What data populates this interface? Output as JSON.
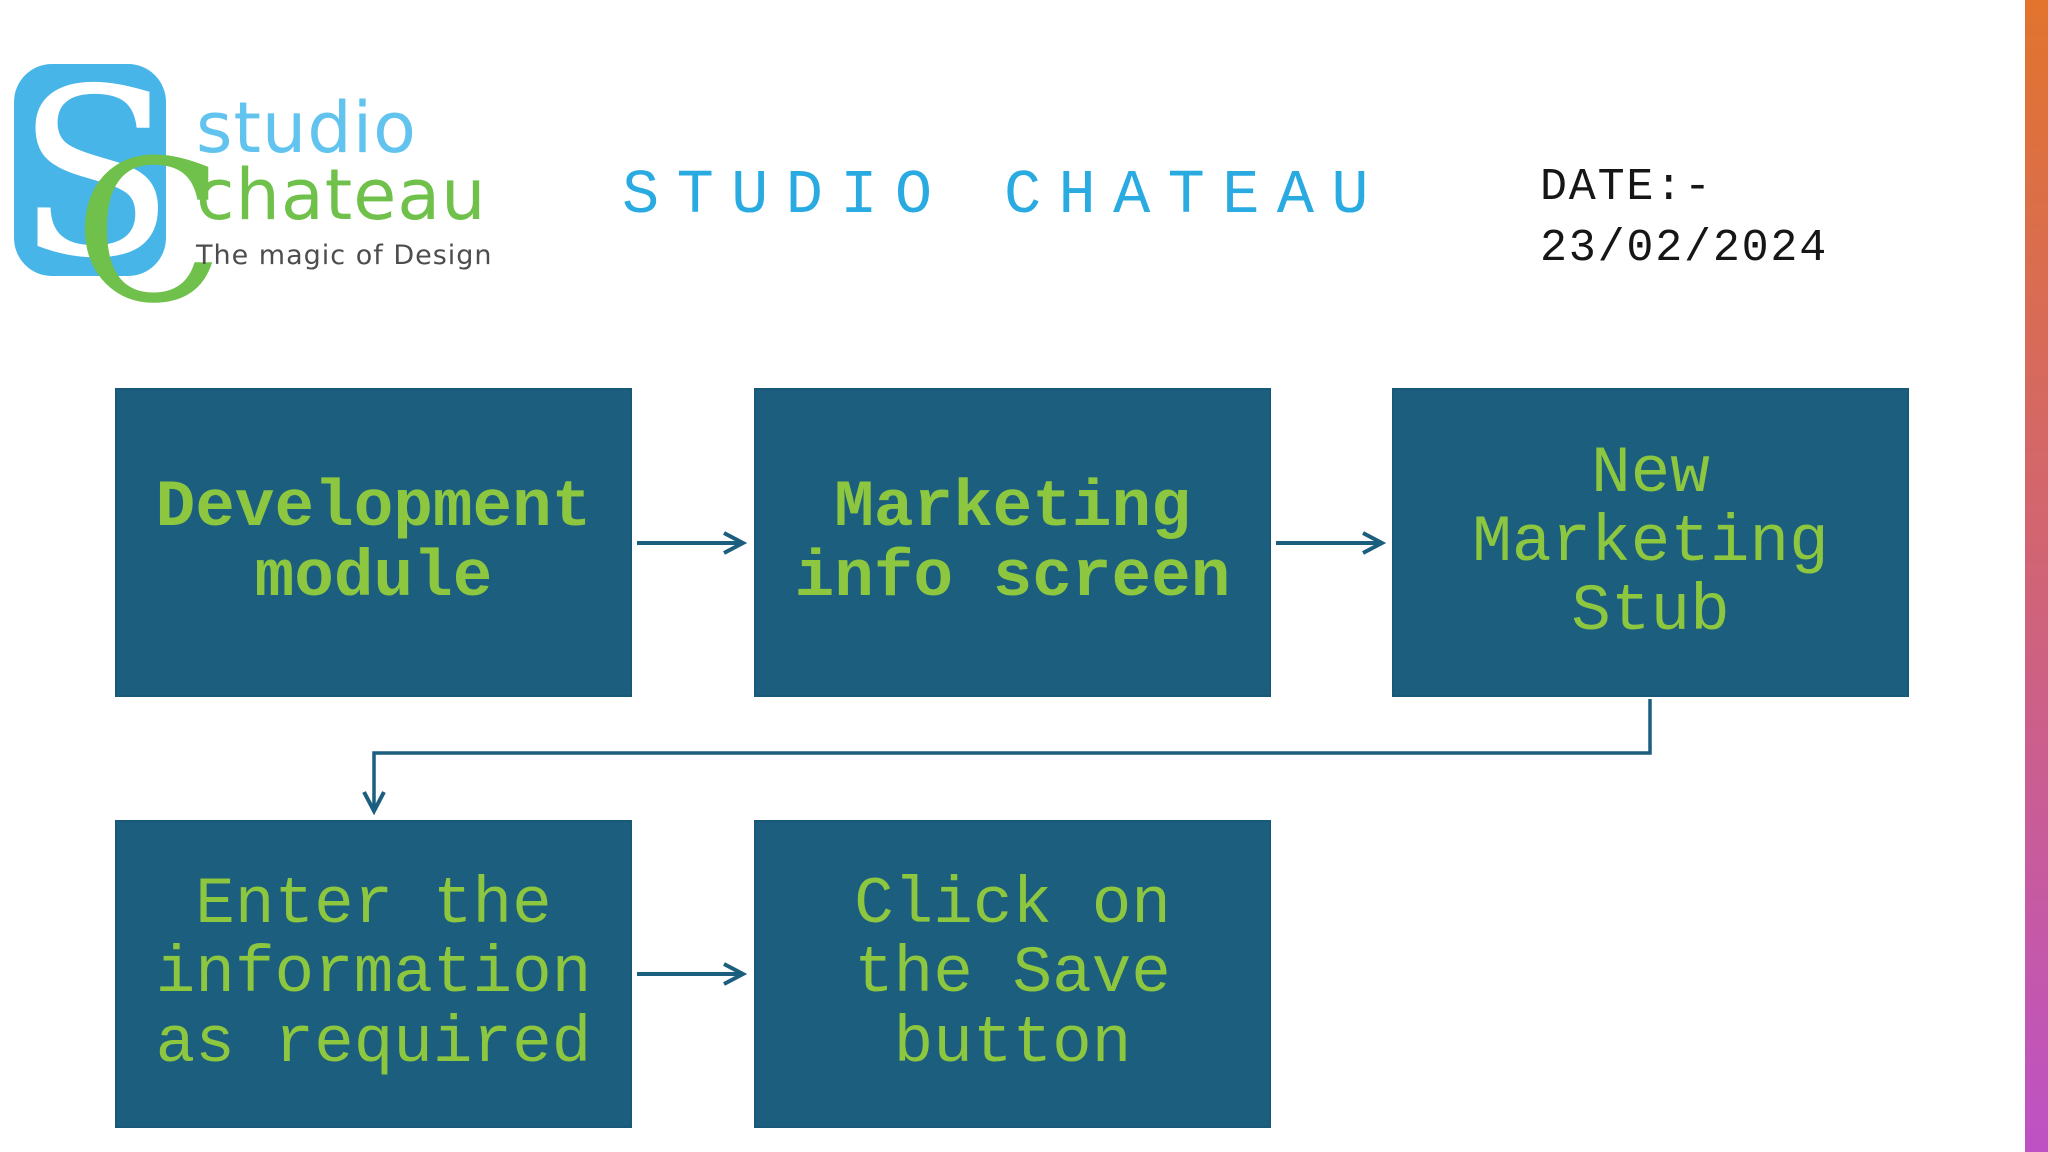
{
  "header": {
    "title": "STUDIO CHATEAU",
    "date_label": "DATE:-",
    "date_value": "23/02/2024"
  },
  "logo": {
    "monogram_letters": [
      "S",
      "C"
    ],
    "name_line1": "studio",
    "name_line2": "chateau",
    "tagline": "The magic of Design"
  },
  "flowchart": {
    "nodes": [
      {
        "id": "development-module",
        "label": "Development\nmodule",
        "bold": true
      },
      {
        "id": "marketing-info-screen",
        "label": "Marketing\ninfo screen",
        "bold": true
      },
      {
        "id": "new-marketing-stub",
        "label": "New\nMarketing\nStub",
        "bold": false
      },
      {
        "id": "enter-information",
        "label": "Enter the\ninformation\nas required",
        "bold": false
      },
      {
        "id": "click-save-button",
        "label": "Click on\nthe Save\nbutton",
        "bold": false
      }
    ],
    "edges": [
      {
        "from": "development-module",
        "to": "marketing-info-screen"
      },
      {
        "from": "marketing-info-screen",
        "to": "new-marketing-stub"
      },
      {
        "from": "new-marketing-stub",
        "to": "enter-information"
      },
      {
        "from": "enter-information",
        "to": "click-save-button"
      }
    ]
  },
  "colors": {
    "box_fill": "#1C5E7D",
    "box_text_green": "#8DC63F",
    "title_blue": "#29ABE2",
    "arrow": "#1B5E7E",
    "strip_gradient_top": "#E2742E",
    "strip_gradient_bottom": "#BE52C5",
    "logo_square_blue": "#47B5E8",
    "logo_green": "#70C14B",
    "logo_text_blue": "#62C4EE",
    "tagline_gray": "#4D4D4F"
  }
}
